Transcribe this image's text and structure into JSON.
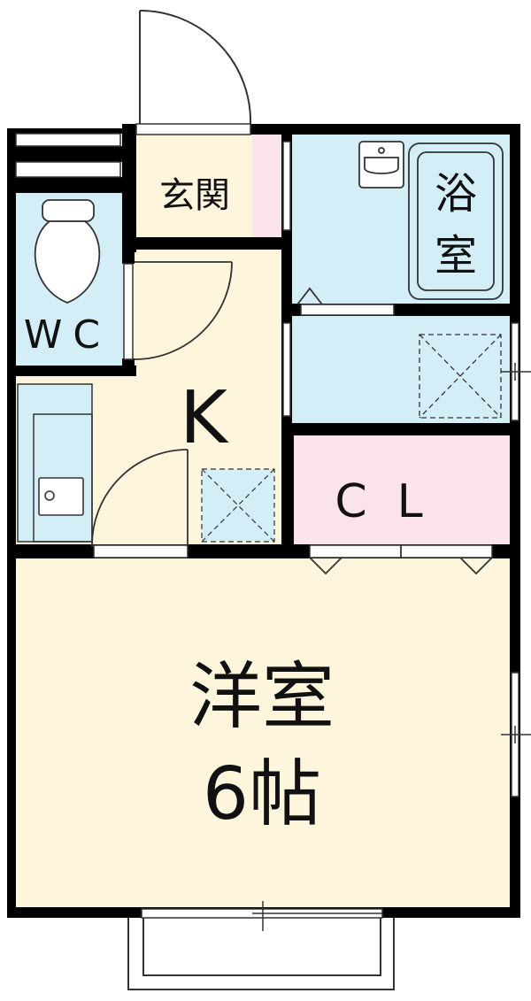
{
  "rooms": {
    "genkan": "玄関",
    "bath": "浴室",
    "wc": "WC",
    "kitchen": "K",
    "closet": "CL",
    "western_room": "洋室",
    "western_room_size": "6帖"
  },
  "colors": {
    "wall": "#000000",
    "blue": "#d4eef8",
    "cream": "#fdf6dc",
    "pink": "#fbe3ec",
    "line": "#333333"
  }
}
